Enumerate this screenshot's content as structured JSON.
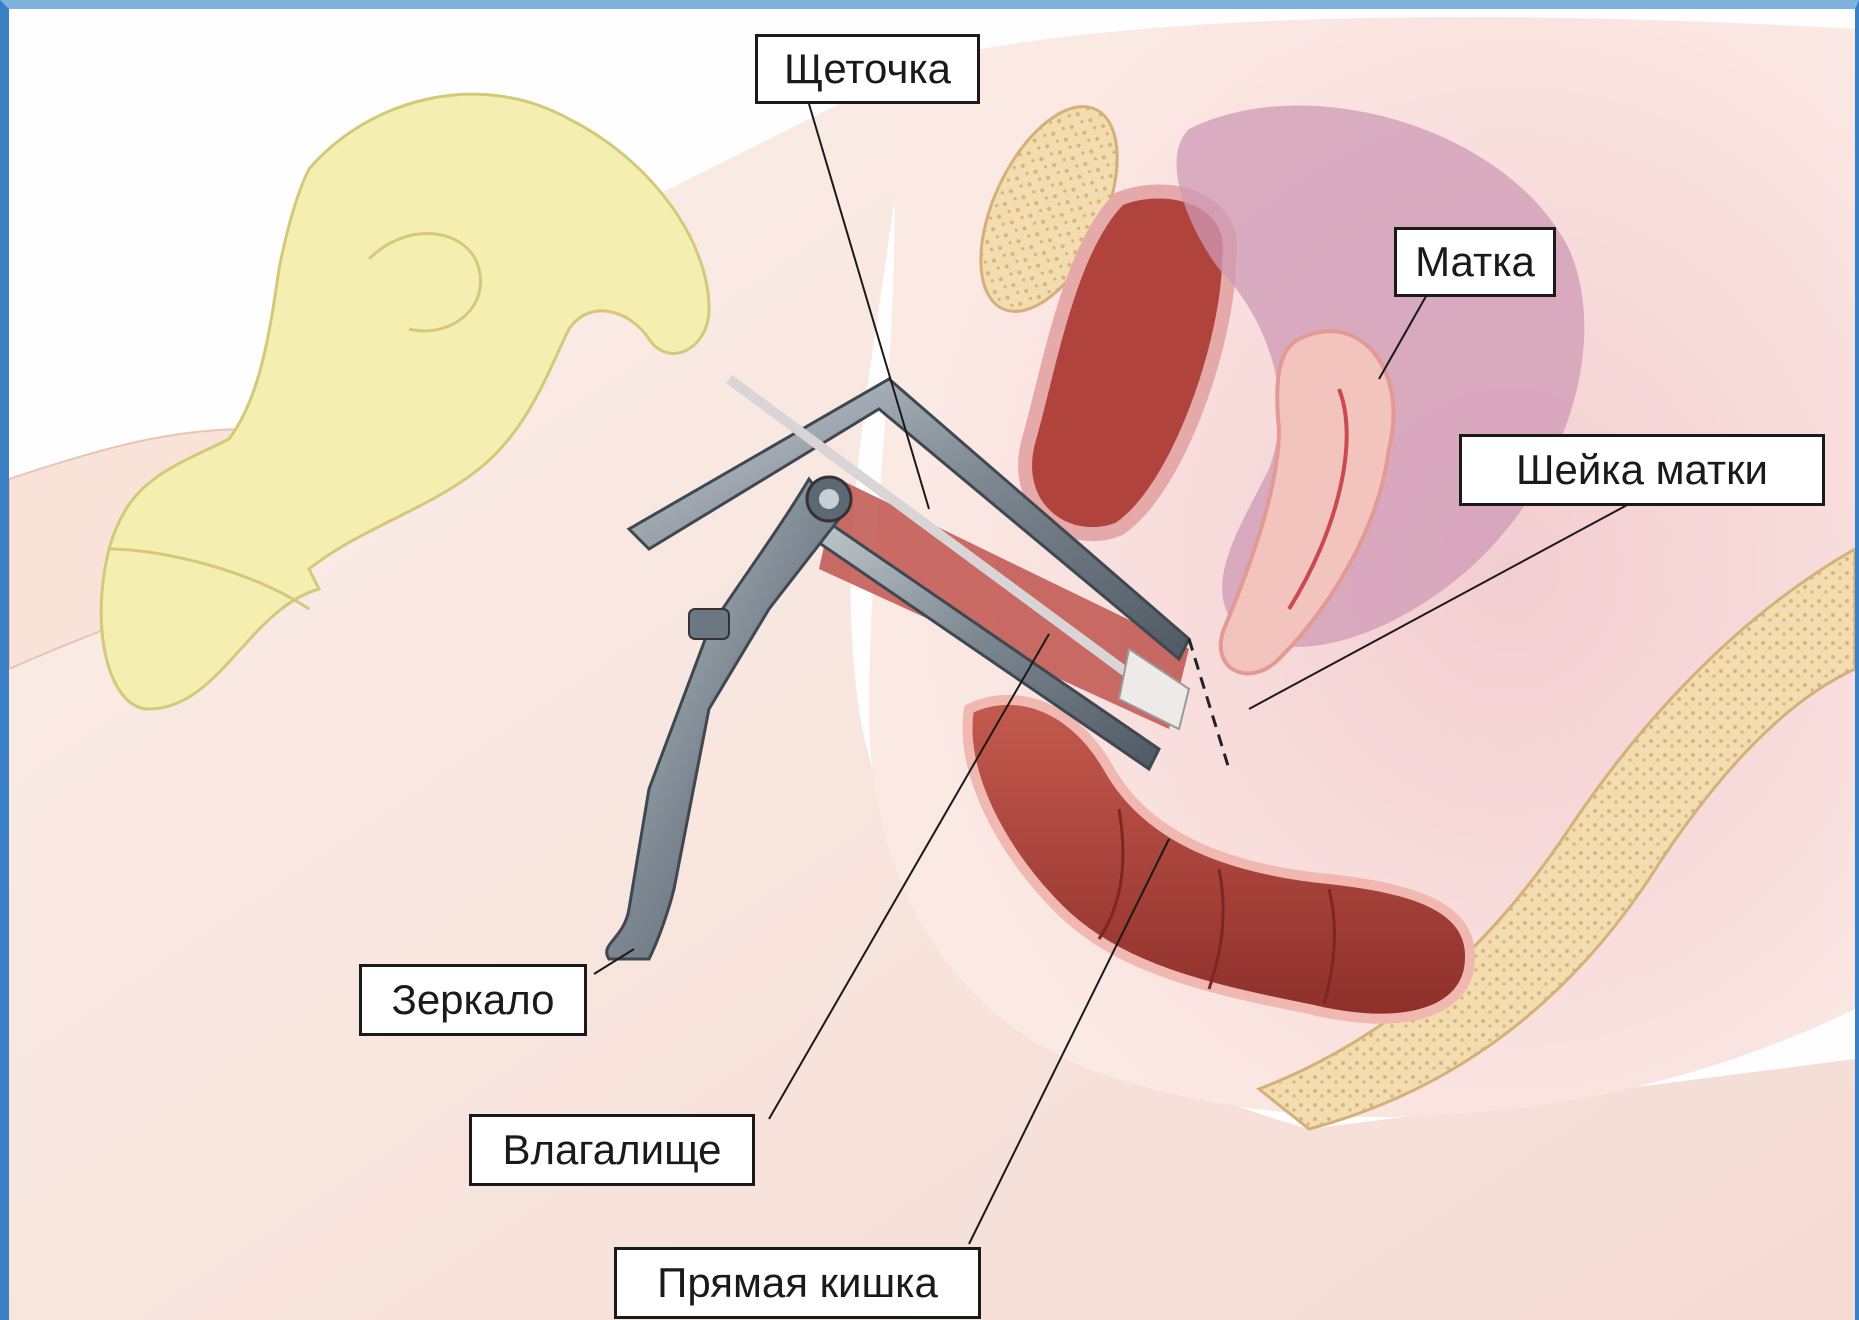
{
  "labels": {
    "brush": "Щеточка",
    "uterus": "Матка",
    "cervix": "Шейка матки",
    "speculum": "Зеркало",
    "vagina": "Влагалище",
    "rectum": "Прямая кишка"
  },
  "colors": {
    "frame_left": "#3a7fc4",
    "frame_top": "#7fb2dd",
    "skin": "#f7dccf",
    "glove": "#f4efb0",
    "uterus_wall": "#c98ca8",
    "rectum": "#a83f35",
    "bone": "#f0d7a6",
    "speculum_metal": "#7a8590"
  }
}
